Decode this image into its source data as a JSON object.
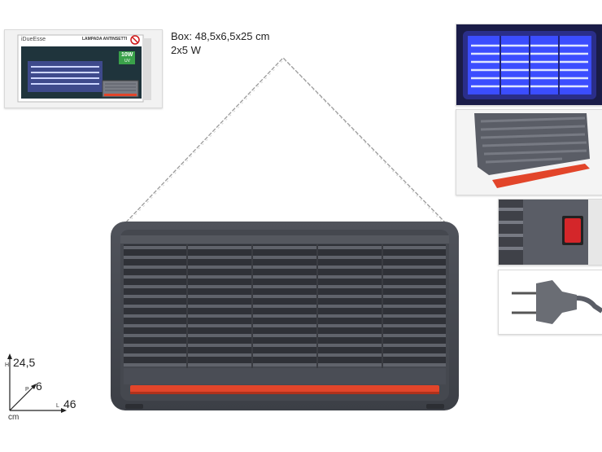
{
  "specs": {
    "box_dimensions": "Box: 48,5x6,5x25 cm",
    "power": "2x5 W"
  },
  "box_thumb": {
    "brand": "iDueEsse",
    "title": "LAMPADA ANTINSETTI",
    "badge": "10W",
    "badge_sub": "UV"
  },
  "dimensions": {
    "height_letter": "H",
    "height_value": "24,5",
    "depth_letter": "P",
    "depth_value": "6",
    "length_letter": "L",
    "length_value": "46",
    "unit": "cm"
  },
  "colors": {
    "body": "#4a4d55",
    "frame": "#3b3d44",
    "grille": "#5a5d66",
    "tray": "#e2452a",
    "uv_glow": "#3b4dff",
    "chain": "#9a9a9a",
    "switch": "#d4262a"
  }
}
